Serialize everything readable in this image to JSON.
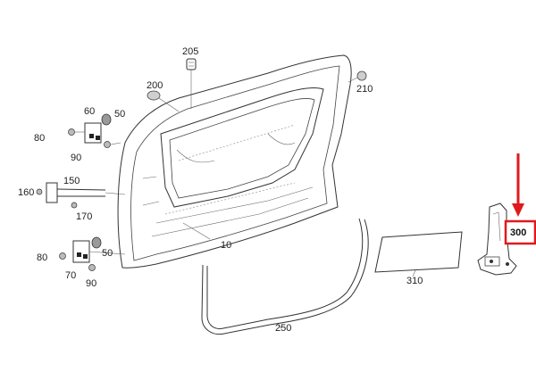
{
  "labels": {
    "part_205": "205",
    "part_200": "200",
    "part_210": "210",
    "part_60": "60",
    "part_50_top": "50",
    "part_80_top": "80",
    "part_90_top": "90",
    "part_150": "150",
    "part_160": "160",
    "part_170": "170",
    "part_80_bottom": "80",
    "part_50_bottom": "50",
    "part_70": "70",
    "part_90_bottom": "90",
    "part_10": "10",
    "part_250": "250",
    "part_310": "310",
    "part_300": "300"
  },
  "highlight": {
    "part": "300",
    "arrow_color": "#e0191b",
    "box_color": "#e0191b"
  }
}
